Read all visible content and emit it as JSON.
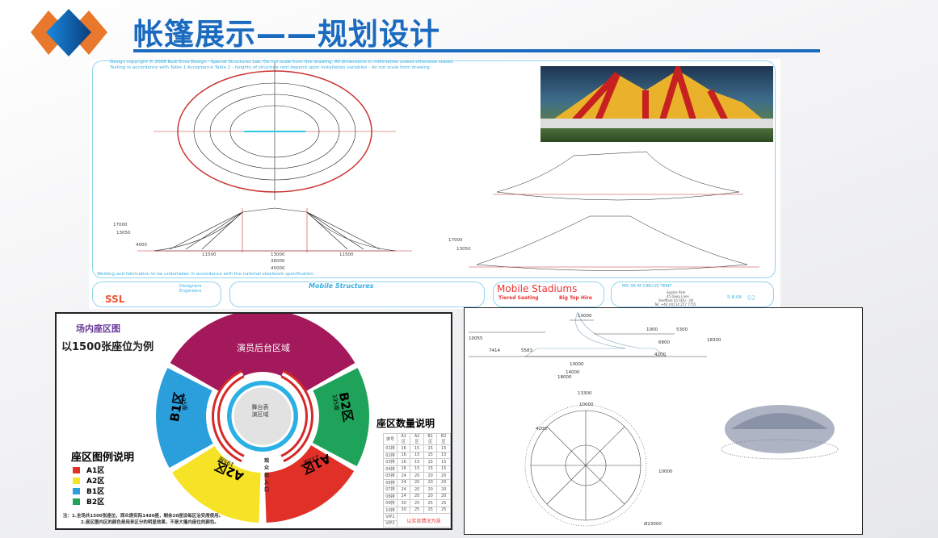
{
  "slide": {
    "title": "帐篷展示——规划设计"
  },
  "drawing": {
    "note1": "Design copyright © 2008 Rudi Enos Design - Special Structures Lab. Do not scale from this drawing. All dimensions in millimetres unless otherwise stated.",
    "note2": "Testing in accordance with Table 1 Acceptance Table 2 - heights of structure roof depend upon installation variables - do not scale from drawing",
    "footer_note": "Welding and fabrication to be undertaken in accordance with the national steelwork specification.",
    "dims": [
      "17000",
      "13050",
      "4000",
      "11500",
      "13000",
      "11500",
      "36000",
      "45000"
    ],
    "dims_right": [
      "17000",
      "13050"
    ],
    "company": "SSL",
    "company_sub": [
      "Designers",
      "Engineers"
    ],
    "center_title": "Mobile Structures",
    "brand": "Mobile Stadiums",
    "brand_sub1": "Tiered Seating",
    "brand_sub2": "Big Top Hire",
    "project": "MS 36 M CIRCUS TENT",
    "address": [
      "Sophia Park",
      "45 Deep Lane",
      "Sheffield S5 0DU - UK",
      "Tel: +44 (0)114 257 7755"
    ],
    "rev": "02",
    "date": "5-8-08"
  },
  "seating": {
    "title": "场内座区图",
    "subtitle": "以1500张座位为例",
    "backstage": "演员后台区域",
    "stage": [
      "舞台表",
      "演区域"
    ],
    "entrance": "观众出入口",
    "zones": [
      {
        "name": "A1区",
        "count": "233座",
        "color": "#e03028"
      },
      {
        "name": "A2区",
        "count": "195座",
        "color": "#f7e326"
      },
      {
        "name": "B1区",
        "count": "195座",
        "color": "#2b9fdc"
      },
      {
        "name": "B2区",
        "count": "195座",
        "color": "#1fa25a"
      }
    ],
    "backstage_color": "#a3195b",
    "legend_title": "座区图例说明",
    "table_title": "座区数量说明",
    "table_headers": [
      "排号",
      "A1区",
      "A2区",
      "B1区",
      "B2区"
    ],
    "table_rows": [
      [
        "01排",
        "16",
        "15",
        "15",
        "15"
      ],
      [
        "02排",
        "16",
        "15",
        "15",
        "15"
      ],
      [
        "03排",
        "16",
        "15",
        "15",
        "15"
      ],
      [
        "04排",
        "16",
        "15",
        "15",
        "15"
      ],
      [
        "05排",
        "24",
        "20",
        "20",
        "20"
      ],
      [
        "06排",
        "24",
        "20",
        "20",
        "20"
      ],
      [
        "07排",
        "24",
        "20",
        "20",
        "20"
      ],
      [
        "08排",
        "24",
        "20",
        "20",
        "20"
      ],
      [
        "09排",
        "30",
        "25",
        "25",
        "25"
      ],
      [
        "10排",
        "30",
        "25",
        "25",
        "25"
      ]
    ],
    "vip_rows": [
      "VIP1",
      "VIP2"
    ],
    "vip_note": "以实际情况为准",
    "notes": [
      "注：1.全场共1500张座位，观众席实际1480座，剩余20座设每区治安席使用。",
      "2.座区图内区的颜色是用来区分的明显效果，不是大篷内座位的颜色。"
    ]
  },
  "cad": {
    "dims": [
      "10000",
      "1000",
      "5300",
      "10055",
      "7414",
      "5583",
      "6800",
      "18300",
      "4200",
      "10000",
      "14000",
      "18000",
      "13300",
      "10000",
      "4200",
      "10000",
      "Ø23000"
    ]
  }
}
